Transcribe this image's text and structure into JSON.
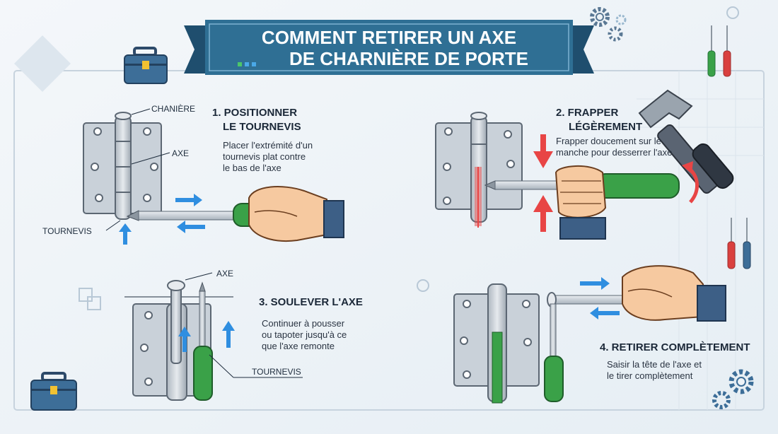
{
  "title": {
    "line1": "COMMENT RETIRER UN AXE",
    "line2": "DE CHARNIÈRE DE PORTE"
  },
  "colors": {
    "banner": "#2f6f94",
    "banner_dark": "#1f4e6e",
    "arrow_blue": "#2f8ee0",
    "arrow_red": "#e84545",
    "handle_green": "#3aa148",
    "skin": "#f6c9a0",
    "sleeve": "#3d5f86",
    "hinge": "#c9d1d9"
  },
  "steps": [
    {
      "title_line1": "1. POSITIONNER",
      "title_line2": "LE TOURNEVIS",
      "desc_lines": [
        "Placer l'extrémité d'un",
        "tournevis plat contre",
        "le bas de l'axe"
      ]
    },
    {
      "title_line1": "2. FRAPPER",
      "title_line2": "LÉGÈREMENT",
      "desc_lines": [
        "Frapper doucement sur le",
        "manche pour desserrer l'axe"
      ]
    },
    {
      "title_line1": "3. SOULEVER L'AXE",
      "desc_lines": [
        "Continuer à pousser",
        "ou tapoter jusqu'à ce",
        "que l'axe remonte"
      ]
    },
    {
      "title_line1": "4. RETIRER COMPLÈTEMENT",
      "desc_lines": [
        "Saisir la tête de l'axe et",
        "le tirer complètement"
      ]
    }
  ],
  "callouts": {
    "chaniere": "CHANIÈRE",
    "axe1": "AXE",
    "tournevis1": "TOURNEVIS",
    "axe3": "AXE",
    "tournevis3": "TOURNEVIS"
  },
  "icons": [
    "toolbox-icon",
    "gear-icon",
    "screwdriver-icon",
    "hammer-icon",
    "hand-icon",
    "arrow-icon"
  ]
}
